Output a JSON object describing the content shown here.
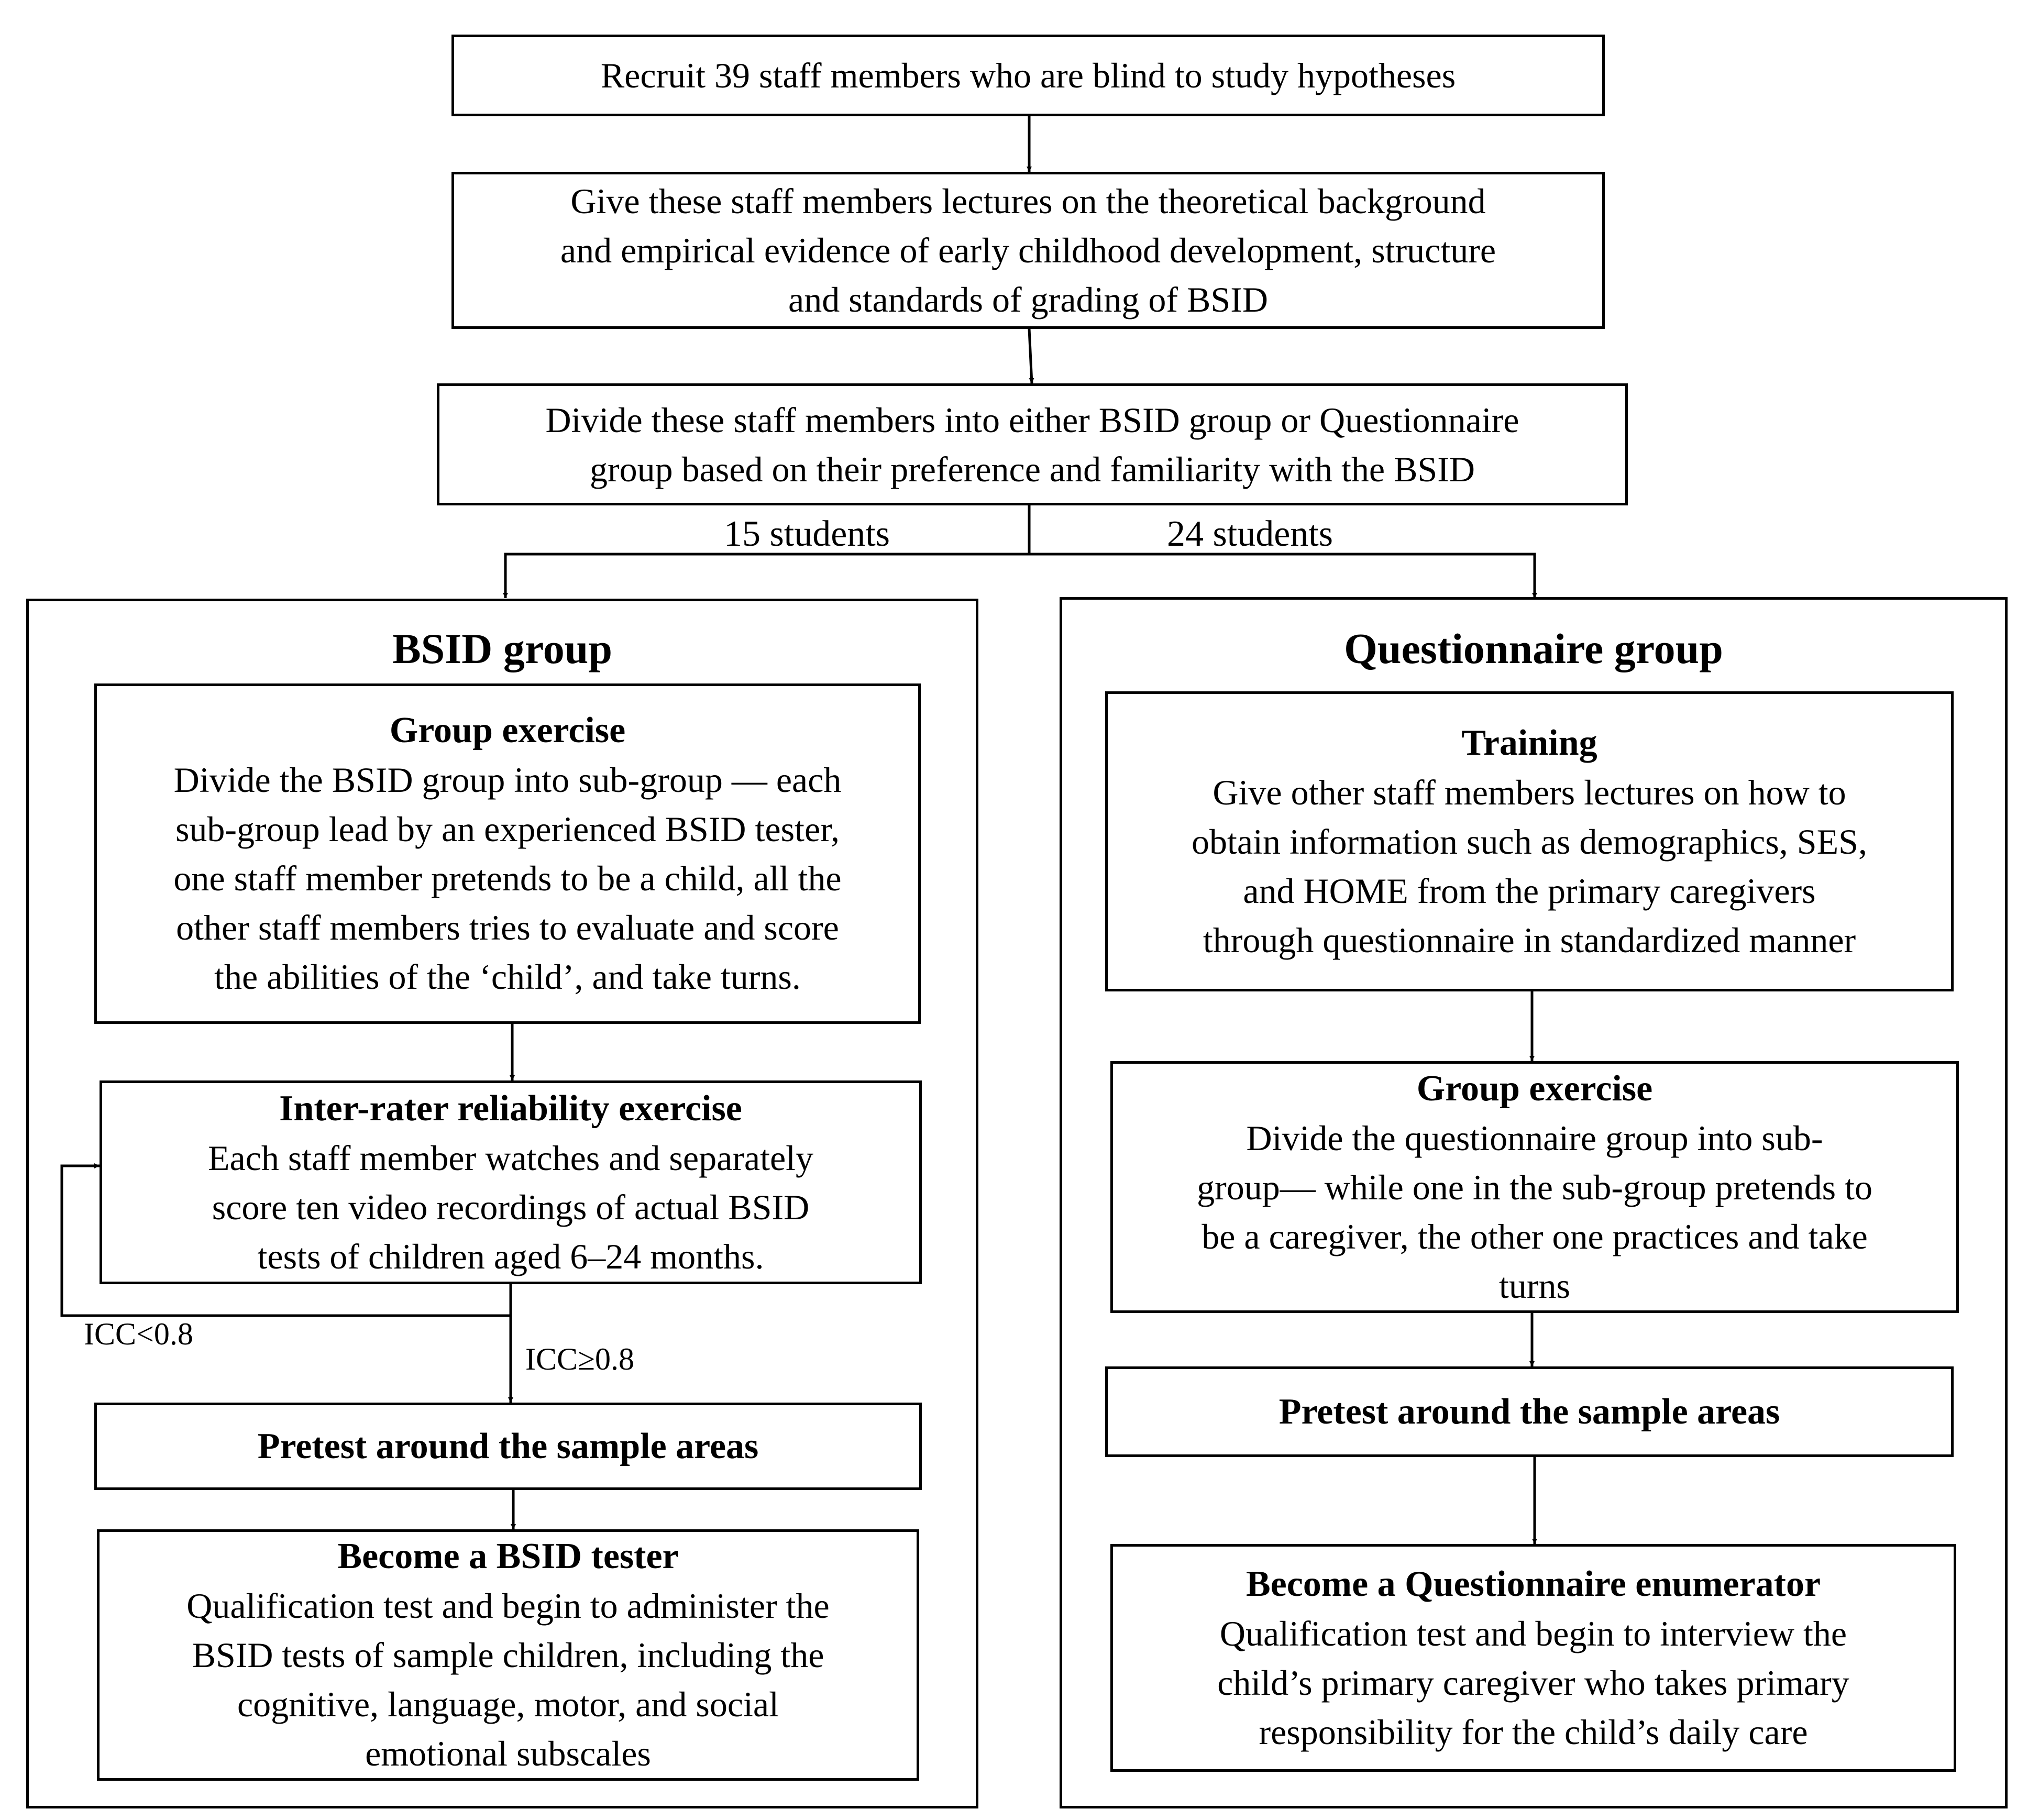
{
  "top": {
    "recruit": "Recruit 39 staff members who are blind to study hypotheses",
    "lectures": [
      "Give these staff members lectures on the theoretical background",
      "and empirical evidence of early childhood development, structure",
      "and standards of grading of BSID"
    ],
    "divide": [
      "Divide these staff members into either BSID group or Questionnaire",
      "group based on their preference and familiarity with the BSID"
    ],
    "left_count": "15 students",
    "right_count": "24 students"
  },
  "bsid": {
    "title": "BSID group",
    "group_exercise": {
      "heading": "Group exercise",
      "lines": [
        "Divide the BSID group into sub-group — each",
        "sub-group lead by an experienced BSID tester,",
        "one staff member pretends to be a child, all the",
        "other staff members tries to evaluate and score",
        "the abilities of the ‘child’, and take turns."
      ]
    },
    "reliability": {
      "heading": "Inter-rater reliability exercise",
      "lines": [
        "Each staff member watches and separately",
        "score ten video recordings of actual BSID",
        "tests of children aged 6–24 months."
      ]
    },
    "icc_low": "ICC<0.8",
    "icc_high": "ICC≥0.8",
    "pretest": "Pretest around the sample areas",
    "tester": {
      "heading": "Become a BSID tester",
      "lines": [
        "Qualification test and begin to administer the",
        "BSID tests of sample children, including the",
        "cognitive, language, motor, and social",
        "emotional subscales"
      ]
    }
  },
  "questionnaire": {
    "title": "Questionnaire group",
    "training": {
      "heading": "Training",
      "lines": [
        "Give other staff members lectures on how to",
        "obtain information such as demographics, SES,",
        "and HOME from the primary caregivers",
        "through questionnaire in standardized manner"
      ]
    },
    "group_exercise": {
      "heading": "Group exercise",
      "lines": [
        "Divide the questionnaire group into sub-",
        "group— while one in the sub-group pretends to",
        "be a caregiver, the other one practices and take",
        "turns"
      ]
    },
    "pretest": "Pretest around the sample areas",
    "enumerator": {
      "heading": "Become a Questionnaire enumerator",
      "lines": [
        "Qualification test and begin to interview the",
        "child’s primary caregiver who takes primary",
        "responsibility for the child’s daily care"
      ]
    }
  }
}
